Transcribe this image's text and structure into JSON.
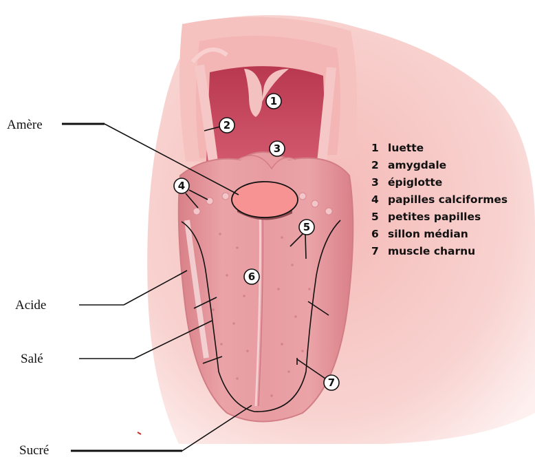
{
  "taste_labels": {
    "bitter": "Amère",
    "sour": "Acide",
    "salty": "Salé",
    "sweet": "Sucré"
  },
  "markers": {
    "uvula": "1",
    "tonsil": "2",
    "epiglottis": "3",
    "calciform_papillae": "4",
    "small_papillae": "5",
    "median_groove": "6",
    "fleshy_muscle": "7"
  },
  "legend": [
    {
      "num": "1",
      "text": "luette"
    },
    {
      "num": "2",
      "text": "amygdale"
    },
    {
      "num": "3",
      "text": "épiglotte"
    },
    {
      "num": "4",
      "text": "papilles calciformes"
    },
    {
      "num": "5",
      "text": "petites papilles"
    },
    {
      "num": "6",
      "text": "sillon médian"
    },
    {
      "num": "7",
      "text": "muscle charnu"
    }
  ],
  "colors": {
    "skin": "#f7c9c6",
    "mouth_outer": "#f0b3b1",
    "throat": "#c94b63",
    "tongue": "#e99aa0",
    "tongue_edge": "#d9848c",
    "bitter_zone": "#f79393"
  }
}
